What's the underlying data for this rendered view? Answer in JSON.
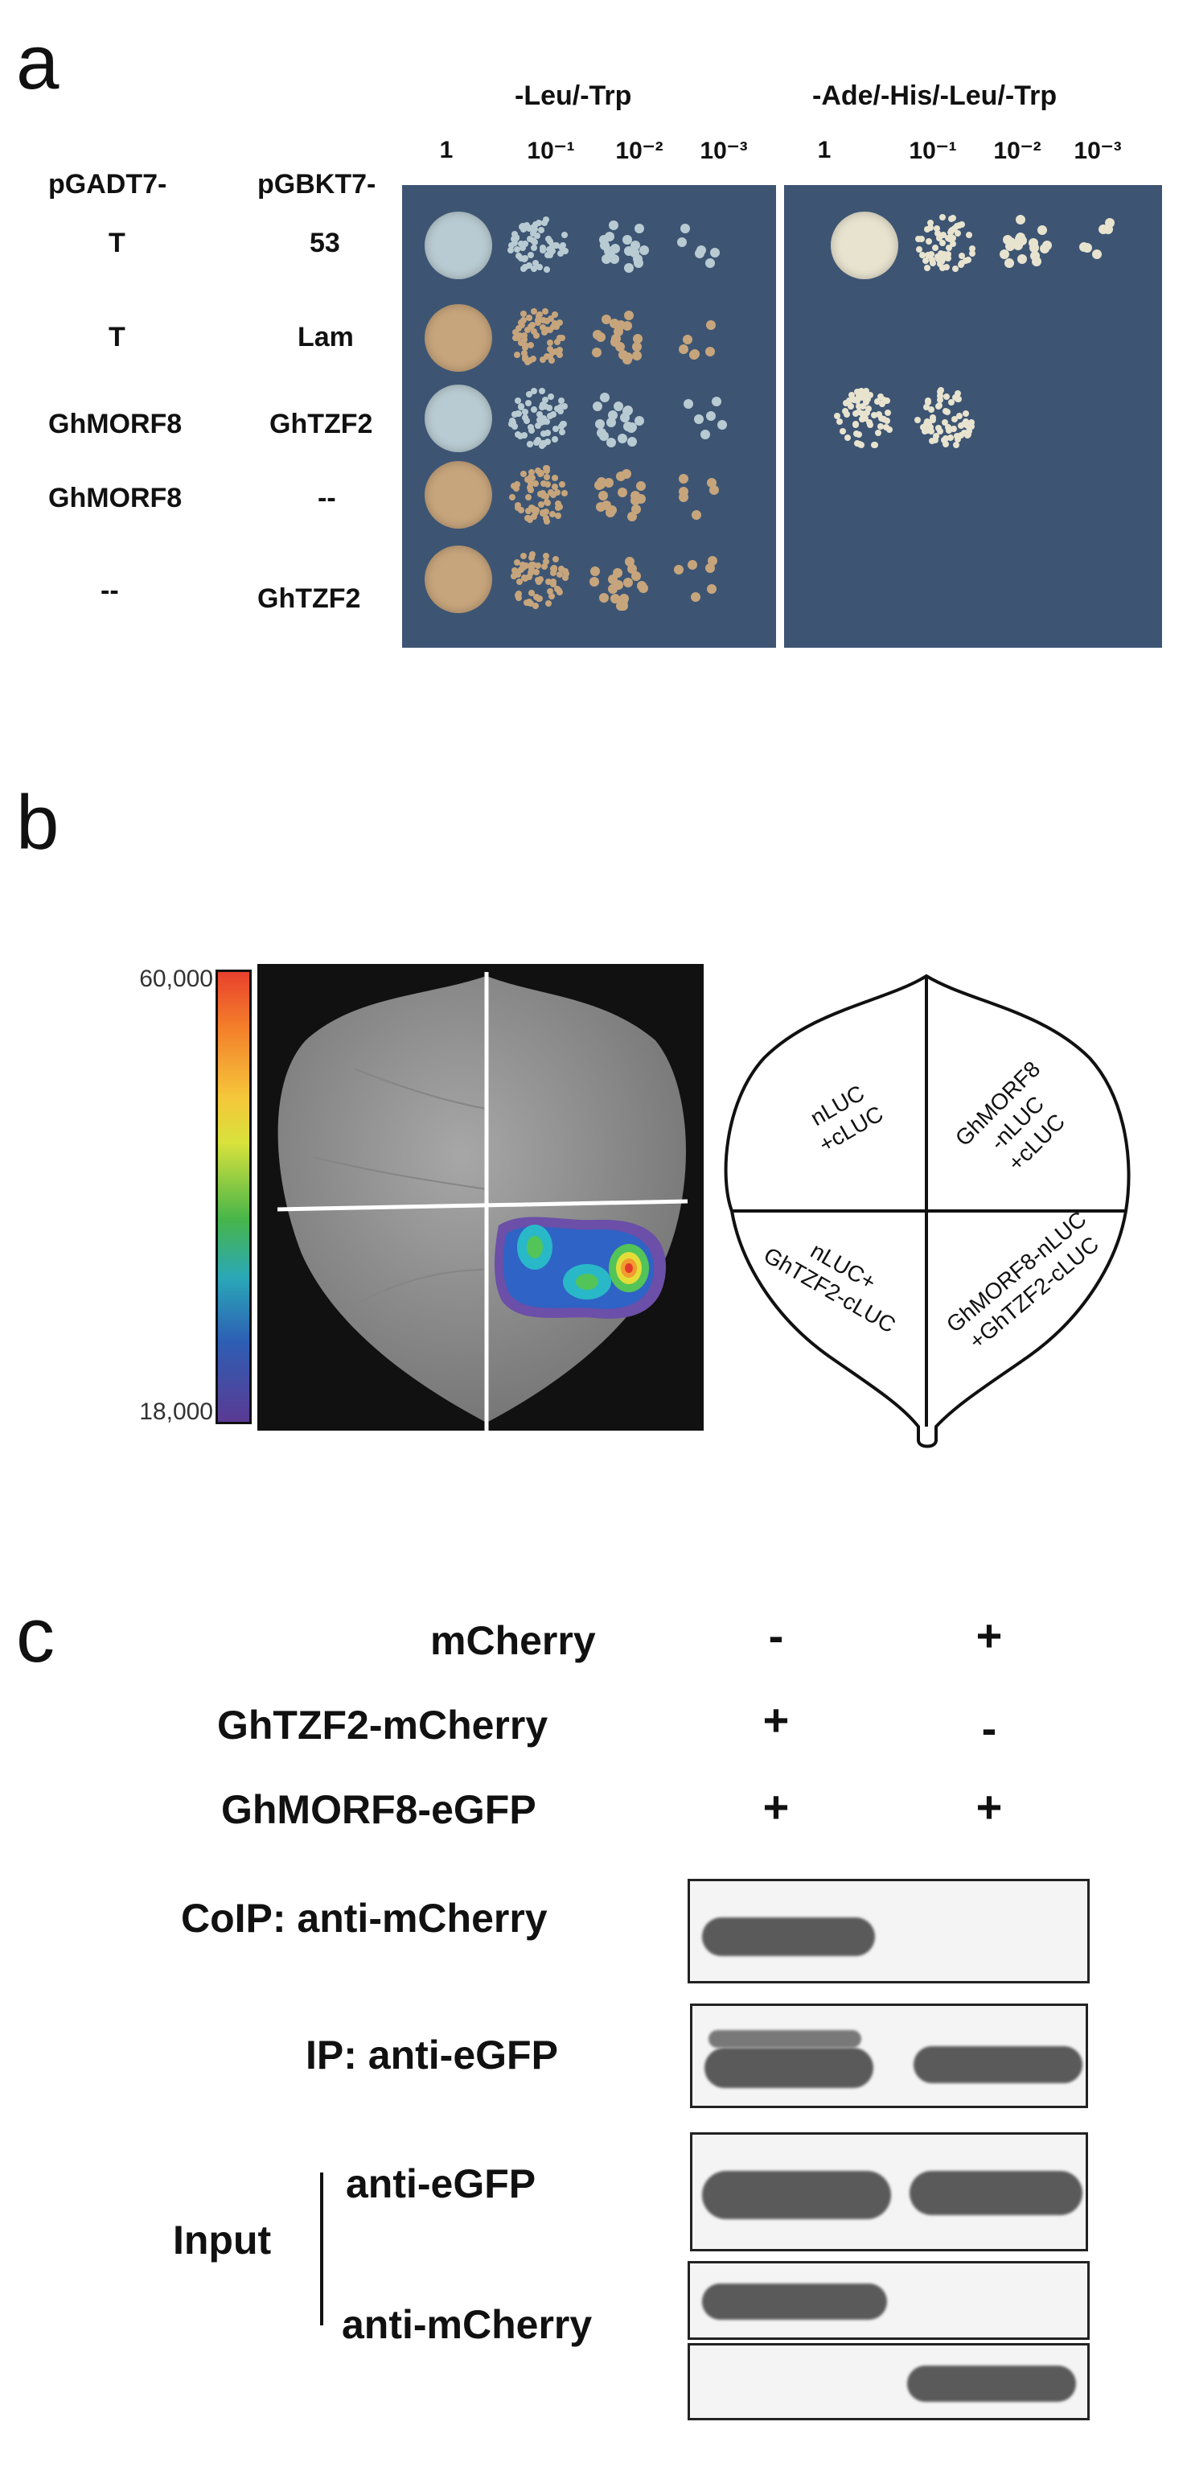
{
  "panel_a": {
    "letter": "a",
    "conditions": [
      "-Leu/-Trp",
      "-Ade/-His/-Leu/-Trp"
    ],
    "dilutions": [
      "1",
      "10⁻¹",
      "10⁻²",
      "10⁻³"
    ],
    "col_headers": [
      "pGADT7-",
      "pGBKT7-"
    ],
    "rows": [
      {
        "ad": "T",
        "bd": "53",
        "growth_selective": [
          1,
          1,
          1,
          1
        ]
      },
      {
        "ad": "T",
        "bd": "Lam",
        "growth_selective": [
          0,
          0,
          0,
          0
        ]
      },
      {
        "ad": "GhMORF8",
        "bd": "GhTZF2",
        "growth_selective": [
          1,
          1,
          0,
          0
        ]
      },
      {
        "ad": "GhMORF8",
        "bd": "--",
        "growth_selective": [
          0,
          0,
          0,
          0
        ]
      },
      {
        "ad": "--",
        "bd": "GhTZF2",
        "growth_selective": [
          0,
          0,
          0,
          0
        ]
      }
    ],
    "colors": {
      "plate": "#3d5573",
      "colony_blue": "#b9cbd2",
      "colony_tan": "#c7a57c",
      "colony_white": "#e8e3cf"
    }
  },
  "panel_b": {
    "letter": "b",
    "scale_max": "60,000",
    "scale_min": "18,000",
    "quadrants": {
      "top_left": [
        "nLUC",
        "+cLUC"
      ],
      "top_right": [
        "GhMORF8",
        "-nLUC",
        "+cLUC"
      ],
      "bottom_left": [
        "nLUC+",
        "GhTZF2-cLUC"
      ],
      "bottom_right": [
        "GhMORF8-nLUC",
        "+GhTZF2-cLUC"
      ]
    }
  },
  "panel_c": {
    "letter": "c",
    "rows": [
      {
        "label": "mCherry",
        "lane1": "-",
        "lane2": "+"
      },
      {
        "label": "GhTZF2-mCherry",
        "lane1": "+",
        "lane2": "-"
      },
      {
        "label": "GhMORF8-eGFP",
        "lane1": "+",
        "lane2": "+"
      }
    ],
    "blots": {
      "coip": "CoIP: anti-mCherry",
      "ip": "IP: anti-eGFP",
      "input": "Input",
      "input_egfp": "anti-eGFP",
      "input_mcherry": "anti-mCherry"
    }
  }
}
